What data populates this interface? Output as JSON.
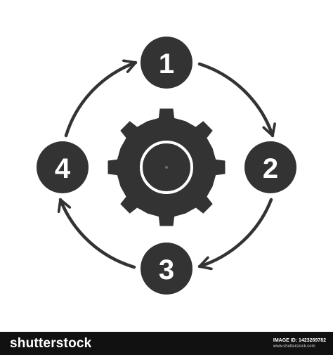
{
  "diagram": {
    "steps": [
      {
        "label": "1"
      },
      {
        "label": "2"
      },
      {
        "label": "3"
      },
      {
        "label": "4"
      }
    ],
    "center_icon": "gear-icon",
    "colors": {
      "fill": "#333333",
      "background": "#ffffff"
    }
  },
  "footer": {
    "brand": "shutterstock",
    "image_id": "IMAGE ID: 1423269782",
    "site": "www.shutterstock.com",
    "background": "#111111"
  }
}
